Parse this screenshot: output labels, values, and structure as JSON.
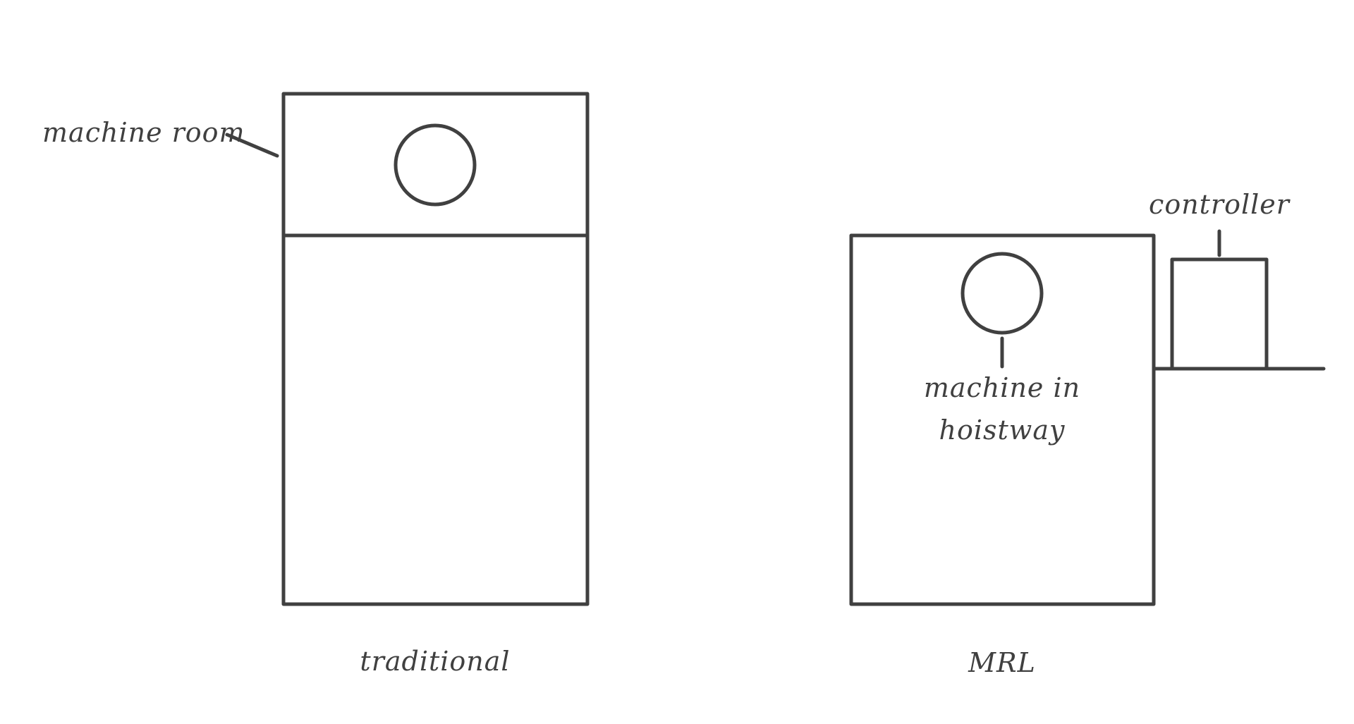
{
  "diagram": {
    "labels": {
      "machine_room": "machine room",
      "traditional": "traditional",
      "controller": "controller",
      "machine_in_line1": "machine in",
      "machine_in_line2": "hoistway",
      "mrl": "MRL"
    },
    "stroke_color": "#404040",
    "background_color": "#ffffff"
  }
}
